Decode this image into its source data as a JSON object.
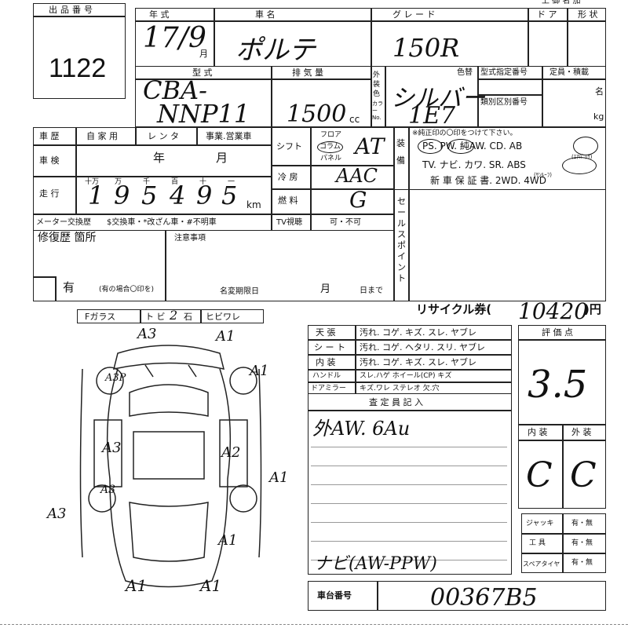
{
  "header": {
    "lot_label": "出品番号",
    "lot_number": "1122",
    "year_label": "年 式",
    "name_label": "車 名",
    "grade_label": "グ レ ー ド",
    "door_label": "ド ア",
    "shape_label": "形 状",
    "top_right_label": "上 御 名 加"
  },
  "vehicle": {
    "year_value": "17/9",
    "month_unit": "月",
    "name_value": "ポルテ",
    "grade_value": "150R",
    "model_label": "型 式",
    "model_value_1": "CBA-",
    "model_value_2": "NNP11",
    "engine_label": "排 気 量",
    "engine_value": "1500",
    "engine_unit": "cc",
    "exterior_label": "外装色",
    "color_label": "カラーNo.",
    "color_replace_label": "色替",
    "color_value": "シルバー",
    "color_code": "1E7",
    "type_designation_label": "型式指定番号",
    "category_label": "類別区別番号",
    "capacity_label": "定員・積載",
    "people_unit": "名",
    "kg_unit": "kg"
  },
  "history": {
    "history_label": "車 歴",
    "options": [
      "自 家 用",
      "レ ン タ",
      "事業.営業車"
    ],
    "inspection_label": "車 検",
    "inspection_year": "年",
    "inspection_month": "月",
    "mileage_label": "走 行",
    "digit_labels": [
      "十万",
      "万",
      "千",
      "百",
      "十",
      "一"
    ],
    "mileage_digits": [
      "1",
      "9",
      "5",
      "4",
      "9",
      "5"
    ],
    "mileage_unit": "km",
    "meter_label": "メーター交換歴",
    "meter_options": "$交換車・*改ざん車・#不明車",
    "shift_label": "シフト",
    "shift_options": [
      "フロア",
      "コラム",
      "パネル"
    ],
    "shift_value": "AT",
    "ac_label": "冷 房",
    "ac_value": "AAC",
    "fuel_label": "燃 料",
    "fuel_value": "G",
    "tv_label": "TV視聴",
    "tv_value": "可・不可"
  },
  "equipment": {
    "label": "装備",
    "note": "※純正印の〇印をつけて下さい。",
    "row1": "PS. PW. 純AW. CD. AB",
    "row1_sub": "(ｴｱﾊﾞｯｸ)",
    "row2": "TV. ナビ. カワ. SR. ABS",
    "row2_sub": "(ｻﾝﾙｰﾌ)",
    "row3": "新 車 保 証 書. 2WD. 4WD",
    "sales_point_label": "セールスポイント"
  },
  "repair": {
    "label": "修復歴 箇所",
    "notes_label": "注意事項",
    "has_value": "有",
    "has_note": "(有の場合〇印を)",
    "expiry_label": "名変期限日",
    "month_label": "月",
    "day_label": "日まで"
  },
  "glass": {
    "label": "Fガラス",
    "items": [
      "ト ビ",
      "石",
      "ヒビワレ"
    ],
    "mark": "2"
  },
  "recycle": {
    "label": "リサイクル券(",
    "value": "10420",
    "unit": ")円"
  },
  "interior_table": {
    "rows": [
      {
        "label": "天 張",
        "items": "汚れ. コゲ. キズ. スレ. ヤブレ"
      },
      {
        "label": "シ ー ト",
        "items": "汚れ. コゲ. ヘタリ. スリ. ヤブレ"
      },
      {
        "label": "内 装",
        "items": "汚れ. コゲ. キズ. スレ. ヤブレ"
      },
      {
        "label": "ハンドル",
        "items": "スレ.ハゲ ホイール(CP) キズ"
      },
      {
        "label": "ドアミラー",
        "items": "キズ.ワレ ステレオ 欠.穴"
      }
    ]
  },
  "inspector": {
    "label": "査 定 員 記 入",
    "line1": "外AW. 6Au",
    "line2": "ナビ(AW-PPW)"
  },
  "rating": {
    "label": "評 価 点",
    "score": "3.5",
    "interior_label": "内 装",
    "exterior_label": "外 装",
    "interior_value": "C",
    "exterior_value": "C"
  },
  "tools": {
    "items": [
      {
        "label": "ジャッキ",
        "value": "有・無"
      },
      {
        "label": "工 具",
        "value": "有・無"
      },
      {
        "label": "スペアタイヤ",
        "value": "有・無"
      }
    ]
  },
  "chassis": {
    "label": "車台番号",
    "value": "00367B5"
  },
  "diagram": {
    "marks": [
      "A3",
      "A1",
      "A1",
      "A3P",
      "A3",
      "A2",
      "A1",
      "A3",
      "A3",
      "A1",
      "A1",
      "A1"
    ]
  }
}
